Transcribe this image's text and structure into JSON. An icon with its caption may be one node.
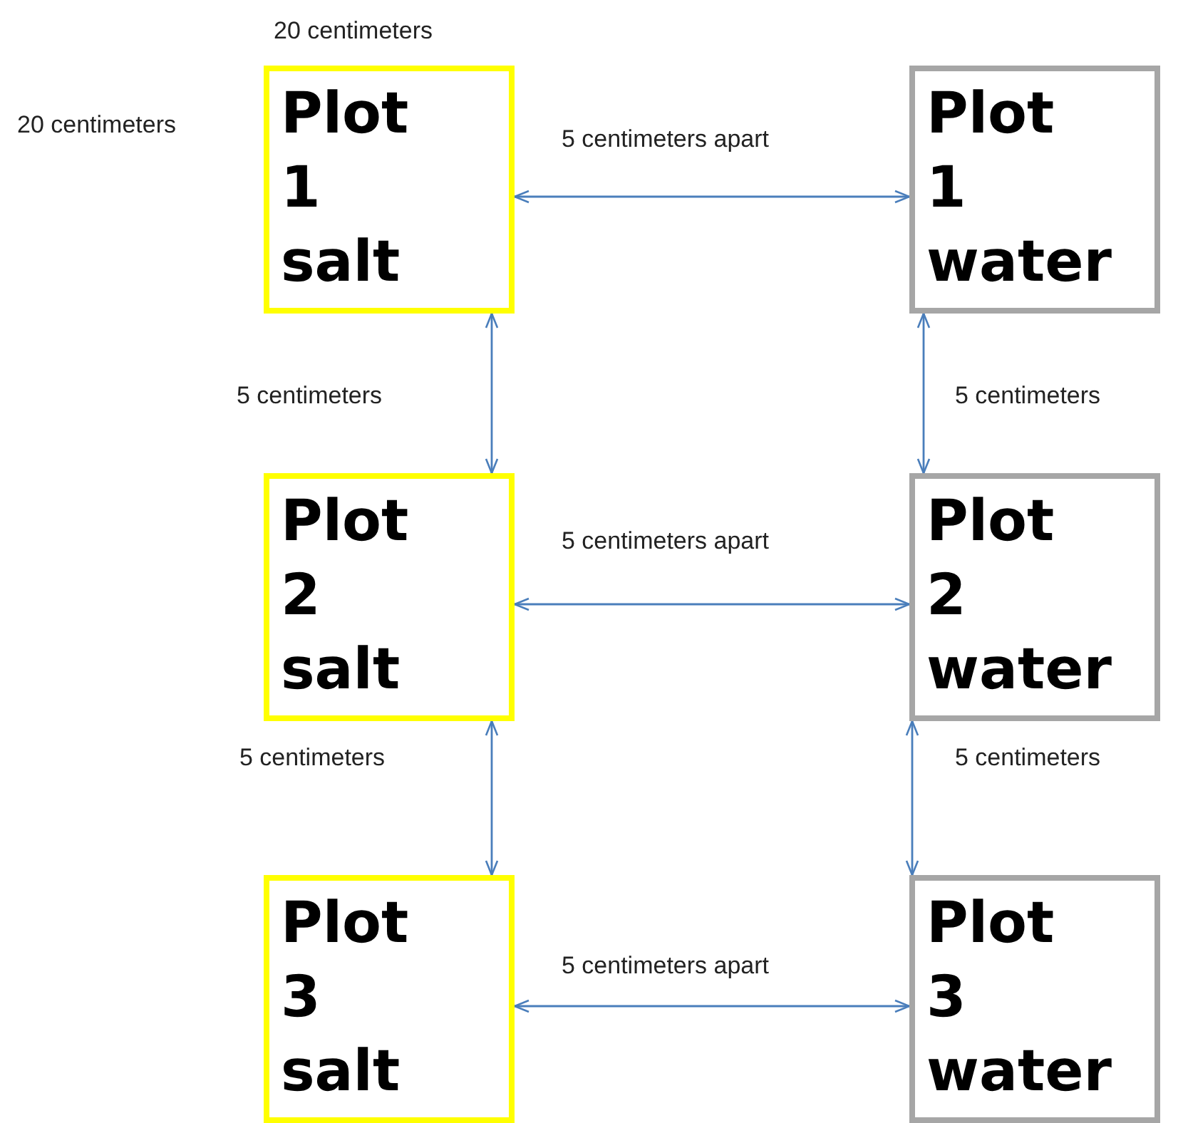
{
  "diagram": {
    "nodes": [
      {
        "text": [
          "Plot 1 salt"
        ]
      },
      {
        "text": [
          "Plot 1 water"
        ]
      },
      {
        "text": [
          "Plot 2 salt"
        ]
      },
      {
        "text": [
          "Plot 2 water"
        ]
      },
      {
        "text": [
          "Plot 3 salt"
        ]
      },
      {
        "text": [
          "Plot 3 water"
        ]
      }
    ],
    "edges": [
      {
        "from": 0,
        "to": 1,
        "arrow": "both",
        "label": "5 centimeters apart"
      },
      {
        "from": 0,
        "to": 2,
        "arrow": "both",
        "label": "5 centimeters"
      },
      {
        "from": 1,
        "to": 3,
        "arrow": "both",
        "label": "5 centimeters"
      },
      {
        "from": 2,
        "to": 3,
        "arrow": "both",
        "label": "5 centimeters apart"
      },
      {
        "from": 2,
        "to": 4,
        "arrow": "both",
        "label": "5 centimeters"
      },
      {
        "from": 3,
        "to": 5,
        "arrow": "both",
        "label": "5 centimeters"
      },
      {
        "from": 4,
        "to": 5,
        "arrow": "both",
        "label": "5 centimeters apart"
      }
    ],
    "labels": [
      "20 centimeters",
      "20 centimeters"
    ]
  }
}
